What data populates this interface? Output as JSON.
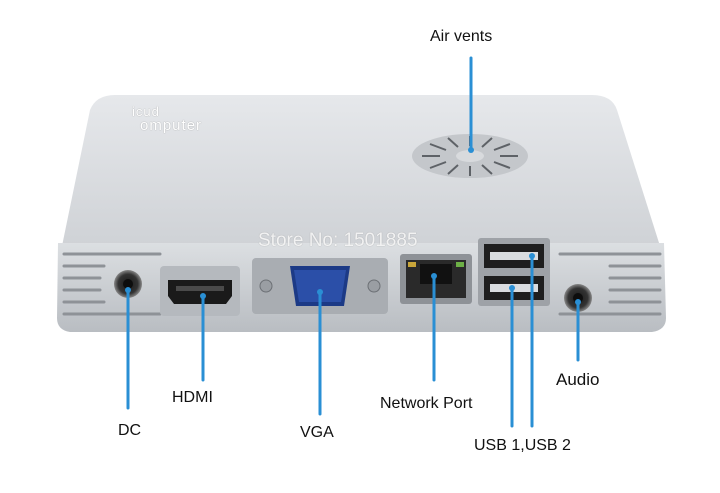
{
  "watermark": "Store No: 1501885",
  "device": {
    "logo_line1": "icud",
    "logo_line2": "omputer"
  },
  "labels": {
    "air_vents": "Air vents",
    "dc": "DC",
    "hdmi": "HDMI",
    "vga": "VGA",
    "network_port": "Network Port",
    "usb": "USB 1,USB 2",
    "audio": "Audio"
  },
  "colors": {
    "pointer": "#2a8fd4",
    "body_top": "#d9dce0",
    "body_front": "#c6c9cd",
    "vga_port": "#2b4fa8"
  }
}
